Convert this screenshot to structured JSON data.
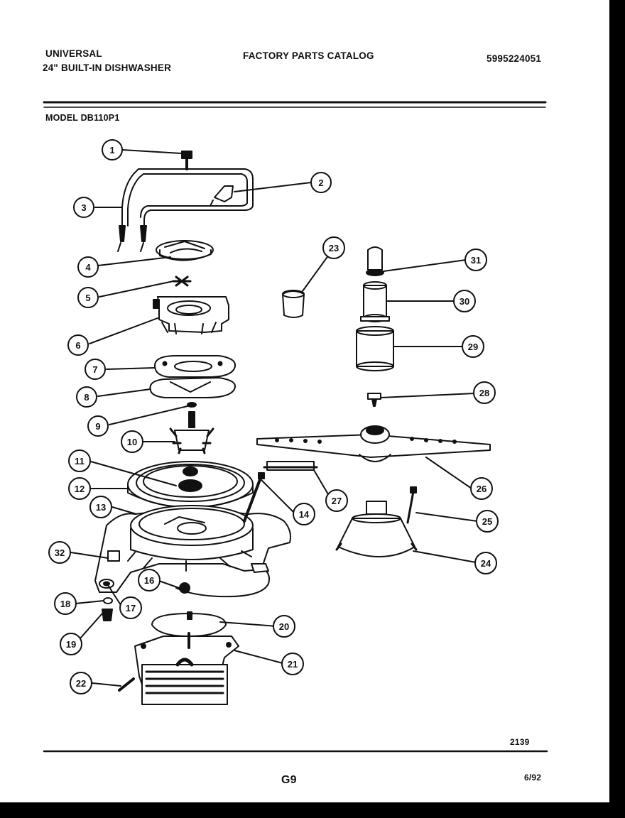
{
  "header": {
    "brand": "UNIVERSAL",
    "product": "24\" BUILT-IN DISHWASHER",
    "catalog_title": "FACTORY PARTS CATALOG",
    "catalog_number": "5995224051",
    "model_label": "MODEL DB110P1"
  },
  "footer": {
    "drawing_number": "2139",
    "page_code": "G9",
    "date": "6/92"
  },
  "callouts": [
    "1",
    "2",
    "3",
    "4",
    "5",
    "6",
    "7",
    "8",
    "9",
    "10",
    "11",
    "12",
    "13",
    "14",
    "16",
    "17",
    "18",
    "19",
    "20",
    "21",
    "22",
    "23",
    "24",
    "25",
    "26",
    "27",
    "28",
    "29",
    "30",
    "31",
    "32"
  ]
}
